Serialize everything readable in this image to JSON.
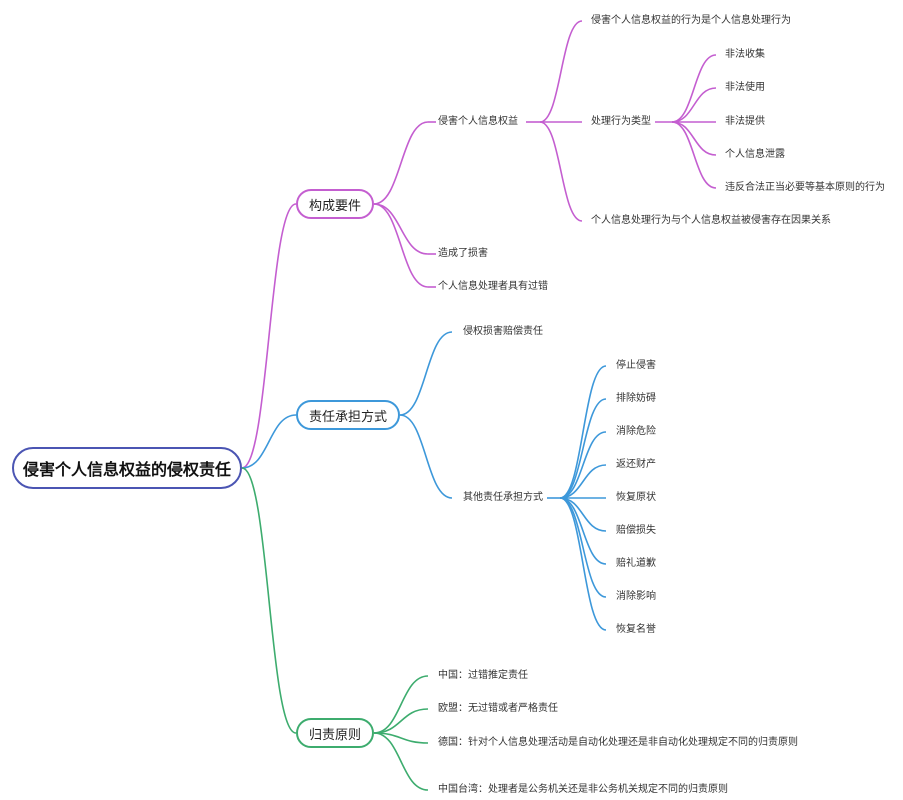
{
  "root": {
    "label": "侵害个人信息权益的侵权责任"
  },
  "colors": {
    "purple": "#c45ed0",
    "blue": "#3d98da",
    "green": "#3dac6e",
    "root": "#4b55b3"
  },
  "branches": {
    "constitution": {
      "label": "构成要件",
      "infringe": {
        "label": "侵害个人信息权益",
        "items": {
          "act": "侵害个人信息权益的行为是个人信息处理行为",
          "types": {
            "label": "处理行为类型",
            "items": [
              "非法收集",
              "非法使用",
              "非法提供",
              "个人信息泄露",
              "违反合法正当必要等基本原则的行为"
            ]
          },
          "causal": "个人信息处理行为与个人信息权益被侵害存在因果关系"
        }
      },
      "damage": "造成了损害",
      "fault": "个人信息处理者具有过错"
    },
    "liability": {
      "label": "责任承担方式",
      "compensation": "侵权损害赔偿责任",
      "other": {
        "label": "其他责任承担方式",
        "items": [
          "停止侵害",
          "排除妨碍",
          "消除危险",
          "返还财产",
          "恢复原状",
          "赔偿损失",
          "赔礼道歉",
          "消除影响",
          "恢复名誉"
        ]
      }
    },
    "principle": {
      "label": "归责原则",
      "items": [
        "中国：过错推定责任",
        "欧盟：无过错或者严格责任",
        "德国：针对个人信息处理活动是自动化处理还是非自动化处理规定不同的归责原则",
        "中国台湾：处理者是公务机关还是非公务机关规定不同的归责原则"
      ]
    }
  }
}
